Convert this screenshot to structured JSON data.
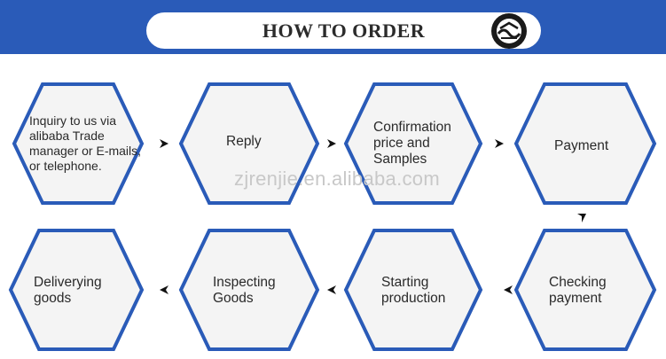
{
  "header": {
    "title": "HOW TO  ORDER"
  },
  "steps": [
    {
      "label": "Inquiry to us via alibaba Trade manager or E-mails, or telephone."
    },
    {
      "label": "Reply"
    },
    {
      "label": "Confirmation price and Samples"
    },
    {
      "label": "Payment"
    },
    {
      "label": "Checking payment"
    },
    {
      "label": "Starting production"
    },
    {
      "label": "Inspecting Goods"
    },
    {
      "label": "Deliverying goods"
    }
  ],
  "watermark": "zjrenjie.en.alibaba.com",
  "colors": {
    "banner": "#2a5bb8",
    "hex_border": "#2a5bb8",
    "hex_fill": "#f4f4f4",
    "arrow": "#111111"
  }
}
